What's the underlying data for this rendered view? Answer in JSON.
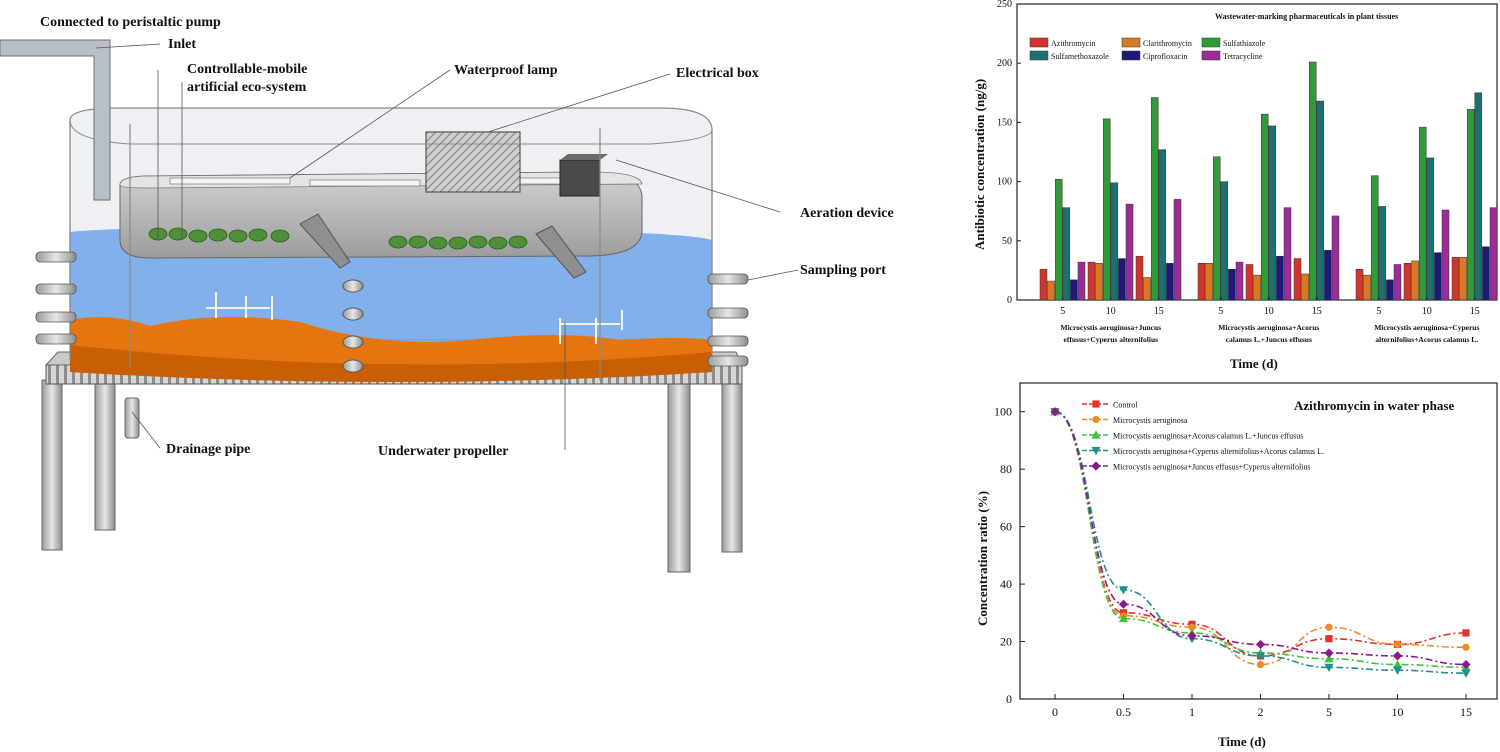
{
  "diagram": {
    "labels": {
      "pump": "Connected to  peristaltic pump",
      "inlet": "Inlet",
      "eco1": "Controllable-mobile",
      "eco2": "artificial eco-system",
      "lamp": "Waterproof lamp",
      "ebox": "Electrical box",
      "aeration": "Aeration device",
      "sampling": "Sampling port",
      "drainage": "Drainage pipe",
      "propeller": "Underwater propeller"
    },
    "colors": {
      "water": "#6fa4e8",
      "sediment": "#e5750f",
      "platform": "#b8b8b8",
      "plants": "#4f8f3a"
    }
  },
  "chart_data": [
    {
      "type": "bar",
      "title": "Wastewater-marking pharmaceuticals in plant tissues",
      "ylabel": "Antibiotic concentration  (ng/g)",
      "xlabel": "Time (d)",
      "ylim": [
        0,
        250
      ],
      "yticks": [
        0,
        50,
        100,
        150,
        200,
        250
      ],
      "legend_position": "top-left",
      "groups": [
        {
          "label_lines": [
            "Microcystis aeruginosa+Juncus",
            "effusus+Cyperus alternifolius"
          ],
          "times": [
            "5",
            "10",
            "15"
          ]
        },
        {
          "label_lines": [
            "Microcystis aeruginosa+Acorus",
            "calamus L.+Juncus effusus"
          ],
          "times": [
            "5",
            "10",
            "15"
          ]
        },
        {
          "label_lines": [
            "Microcystis aeruginosa+Cyperus",
            "alternifolius+Acorus calamus L."
          ],
          "times": [
            "5",
            "10",
            "15"
          ]
        }
      ],
      "series": [
        {
          "name": "Azithromycin",
          "color": "#d0342c",
          "values": [
            26,
            32,
            37,
            31,
            30,
            35,
            26,
            31,
            36
          ]
        },
        {
          "name": "Clarithromycin",
          "color": "#d87a22",
          "values": [
            16,
            31,
            19,
            31,
            21,
            22,
            21,
            33,
            36
          ]
        },
        {
          "name": "Sulfathiazole",
          "color": "#2e9a3a",
          "values": [
            102,
            153,
            171,
            121,
            157,
            201,
            105,
            146,
            161
          ]
        },
        {
          "name": "Sulfamethoxazole",
          "color": "#1e6f6f",
          "values": [
            78,
            99,
            127,
            100,
            147,
            168,
            79,
            120,
            175
          ]
        },
        {
          "name": "Ciprofloxacin",
          "color": "#1c1a78",
          "values": [
            17,
            35,
            31,
            26,
            37,
            42,
            17,
            40,
            45
          ]
        },
        {
          "name": "Tetracycline",
          "color": "#9b2e96",
          "values": [
            32,
            81,
            85,
            32,
            78,
            71,
            30,
            76,
            78
          ]
        }
      ]
    },
    {
      "type": "line",
      "title": "Azithromycin in water phase",
      "ylabel": "Concentration ratio  (%)",
      "xlabel": "Time (d)",
      "x": [
        "0",
        "0.5",
        "1",
        "2",
        "5",
        "10",
        "15"
      ],
      "ylim": [
        0,
        110
      ],
      "yticks": [
        0,
        20,
        40,
        60,
        80,
        100
      ],
      "legend_position": "top-left",
      "series": [
        {
          "name": "Control",
          "color": "#e8302a",
          "marker": "square",
          "values": [
            100,
            30,
            26,
            15,
            21,
            19,
            23
          ]
        },
        {
          "name": "Microcystis aeruginosa",
          "color": "#f08a24",
          "marker": "circle",
          "values": [
            100,
            29,
            25,
            12,
            25,
            19,
            18
          ]
        },
        {
          "name": "Microcystis aeruginosa+Acorus calamus L.+Juncus effusus",
          "color": "#3ec23a",
          "marker": "triangle-up",
          "values": [
            100,
            28,
            23,
            16,
            14,
            12,
            11
          ]
        },
        {
          "name": "Microcystis aeruginosa+Cyperus alternifolius+Acorus calamus L.",
          "color": "#1e8f8c",
          "marker": "triangle-down",
          "values": [
            100,
            38,
            21,
            15,
            11,
            10,
            9
          ]
        },
        {
          "name": "Microcystis aeruginosa+Juncus effusus+Cyperus alternifolius",
          "color": "#8a1a8c",
          "marker": "diamond",
          "values": [
            100,
            33,
            22,
            19,
            16,
            15,
            12
          ]
        }
      ]
    }
  ]
}
